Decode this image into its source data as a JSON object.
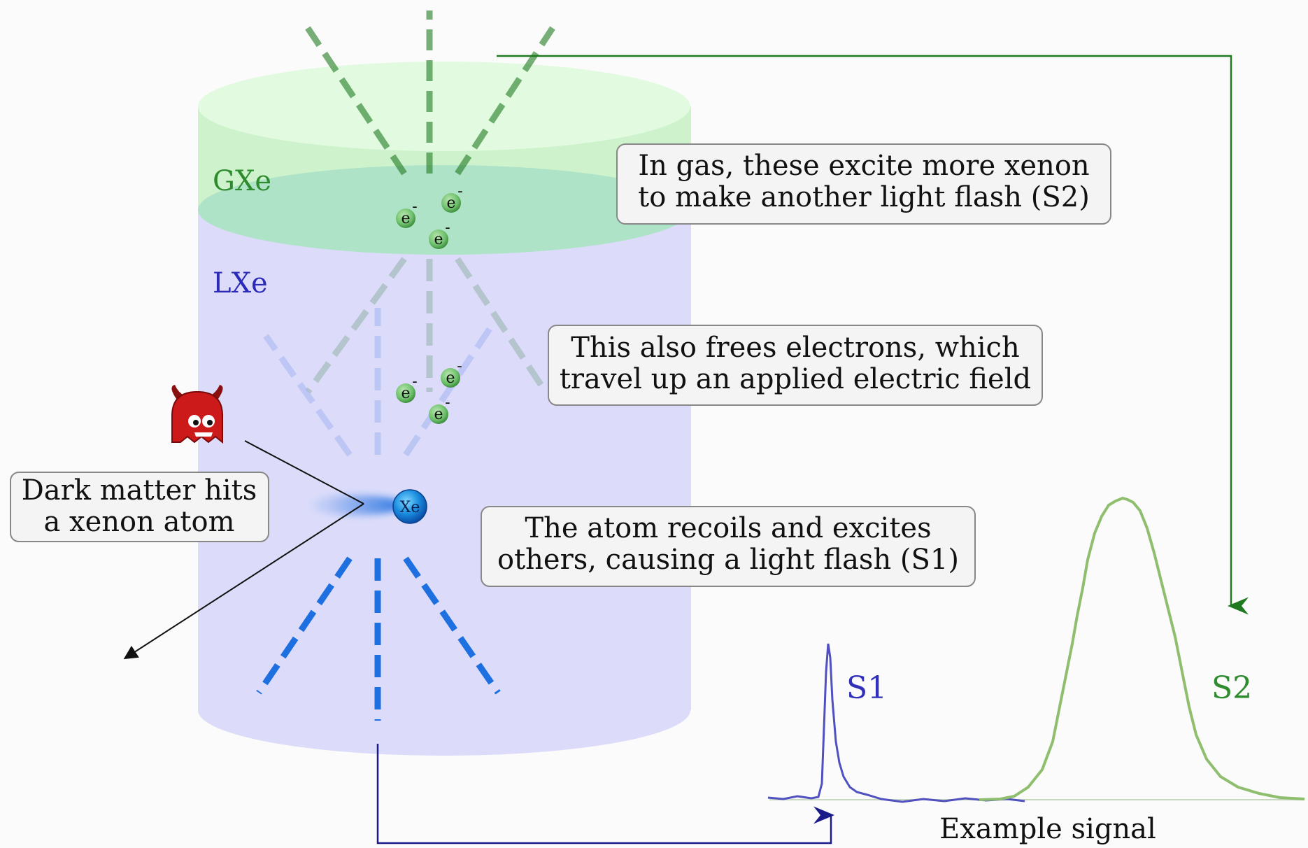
{
  "phases": {
    "gas_label": "GXe",
    "liquid_label": "LXe"
  },
  "particles": {
    "electron_symbol": "e",
    "electron_charge": "-",
    "atom_symbol": "Xe"
  },
  "callouts": {
    "s2": [
      "In gas, these excite more xenon",
      "to make another light flash (S2)"
    ],
    "electrons": [
      "This also frees electrons, which",
      "travel up an applied electric field"
    ],
    "s1": [
      "The atom recoils and excites",
      "others, causing a light flash (S1)"
    ],
    "dark_matter": [
      "Dark matter hits",
      "a xenon atom"
    ]
  },
  "signal": {
    "s1_label": "S1",
    "s2_label": "S2",
    "caption": "Example signal"
  },
  "colors": {
    "gas": "#2e8b2e",
    "liquid": "#2b2bb8",
    "s1_trace": "#5050c0",
    "s2_trace": "#8fbf6e",
    "flash_blue": "#1e6fe0",
    "flash_green": "#1f7a1f",
    "creature": "#cc1a1a"
  },
  "icons": {
    "dark_matter": "red-devil-creature-icon"
  }
}
